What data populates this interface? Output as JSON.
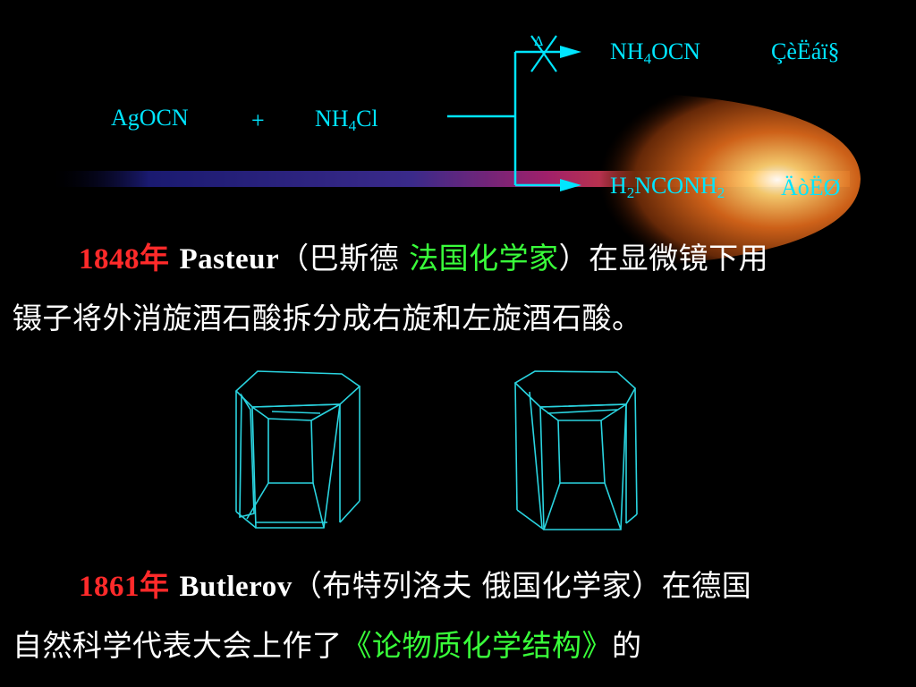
{
  "reaction": {
    "reactant1": "AgOCN",
    "plus": "+",
    "reactant2_main": "NH",
    "reactant2_sub": "4",
    "reactant2_tail": "Cl",
    "product1_main": "NH",
    "product1_sub": "4",
    "product1_tail": "OCN",
    "product1_label": "ÇèËáï§",
    "product2_a": "H",
    "product2_sub1": "2",
    "product2_b": "NCONH",
    "product2_sub2": "2",
    "product2_label": "ÄòËØ",
    "blocked_mark": "Δ"
  },
  "paragraph1": {
    "year": "1848年",
    "name": "Pasteur",
    "open": "（巴斯德 ",
    "role": "法国化学家",
    "line1_rest": "）在显微镜下用",
    "line2": "镊子将外消旋酒石酸拆分成右旋和左旋酒石酸。"
  },
  "paragraph2": {
    "year": "1861年",
    "name": "Butlerov",
    "line1_rest": "（布特列洛夫 俄国化学家）在德国",
    "line2_start": "自然科学代表大会上作了",
    "title": "《论物质化学结构》",
    "line2_end": "的"
  },
  "colors": {
    "background": "#000000",
    "formula": "#00e5ff",
    "year": "#ff2a2a",
    "highlight": "#39ff3a",
    "crystal": "#2ad4e0"
  }
}
